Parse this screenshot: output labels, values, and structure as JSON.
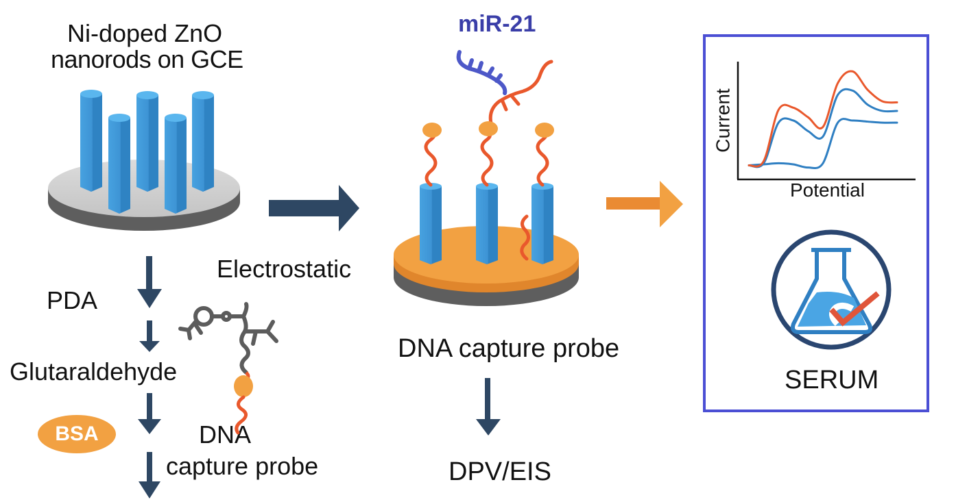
{
  "step1": {
    "title_line1": "Ni-doped ZnO",
    "title_line2": "nanorods on GCE"
  },
  "left_flow": {
    "steps": [
      "PDA",
      "Glutaraldehyde",
      "BSA"
    ],
    "dna_label_line1": "DNA",
    "dna_label_line2": "capture probe"
  },
  "middle": {
    "arrow_label": "Electrostatic",
    "target_label": "miR-21",
    "caption": "DNA capture probe",
    "method": "DPV/EIS"
  },
  "result_panel": {
    "border_color": "#4b4fd4",
    "sample_label": "SERUM"
  },
  "colors": {
    "nanorod": "#3f97d6",
    "arrow_dark": "#2e4763",
    "arrow_orange": "#f0963c",
    "probe_strand": "#e9582c",
    "mir_strand": "#4d58c8",
    "electrode_orange": "#f2a142",
    "electrode_grey": "#d4d4d4"
  },
  "chart_data": {
    "type": "line",
    "title": "",
    "xlabel": "Potential",
    "ylabel": "Current",
    "grid": false,
    "legend": "none",
    "x": [
      0,
      1,
      2,
      3,
      4,
      5,
      6,
      7,
      8,
      9,
      10
    ],
    "ylim": [
      0,
      10
    ],
    "series": [
      {
        "name": "orange",
        "color": "#e9582c",
        "values": [
          0.8,
          1.2,
          6.0,
          6.2,
          5.3,
          4.4,
          8.5,
          9.6,
          7.9,
          6.8,
          6.7
        ]
      },
      {
        "name": "blue-mid",
        "color": "#2f7fc2",
        "values": [
          0.8,
          1.0,
          4.8,
          5.0,
          4.0,
          3.5,
          7.4,
          7.8,
          6.5,
          5.9,
          5.9
        ]
      },
      {
        "name": "blue-low",
        "color": "#2f7fc2",
        "values": [
          0.8,
          0.9,
          1.0,
          0.9,
          0.6,
          1.0,
          4.8,
          5.0,
          4.9,
          4.8,
          4.8
        ]
      }
    ]
  }
}
